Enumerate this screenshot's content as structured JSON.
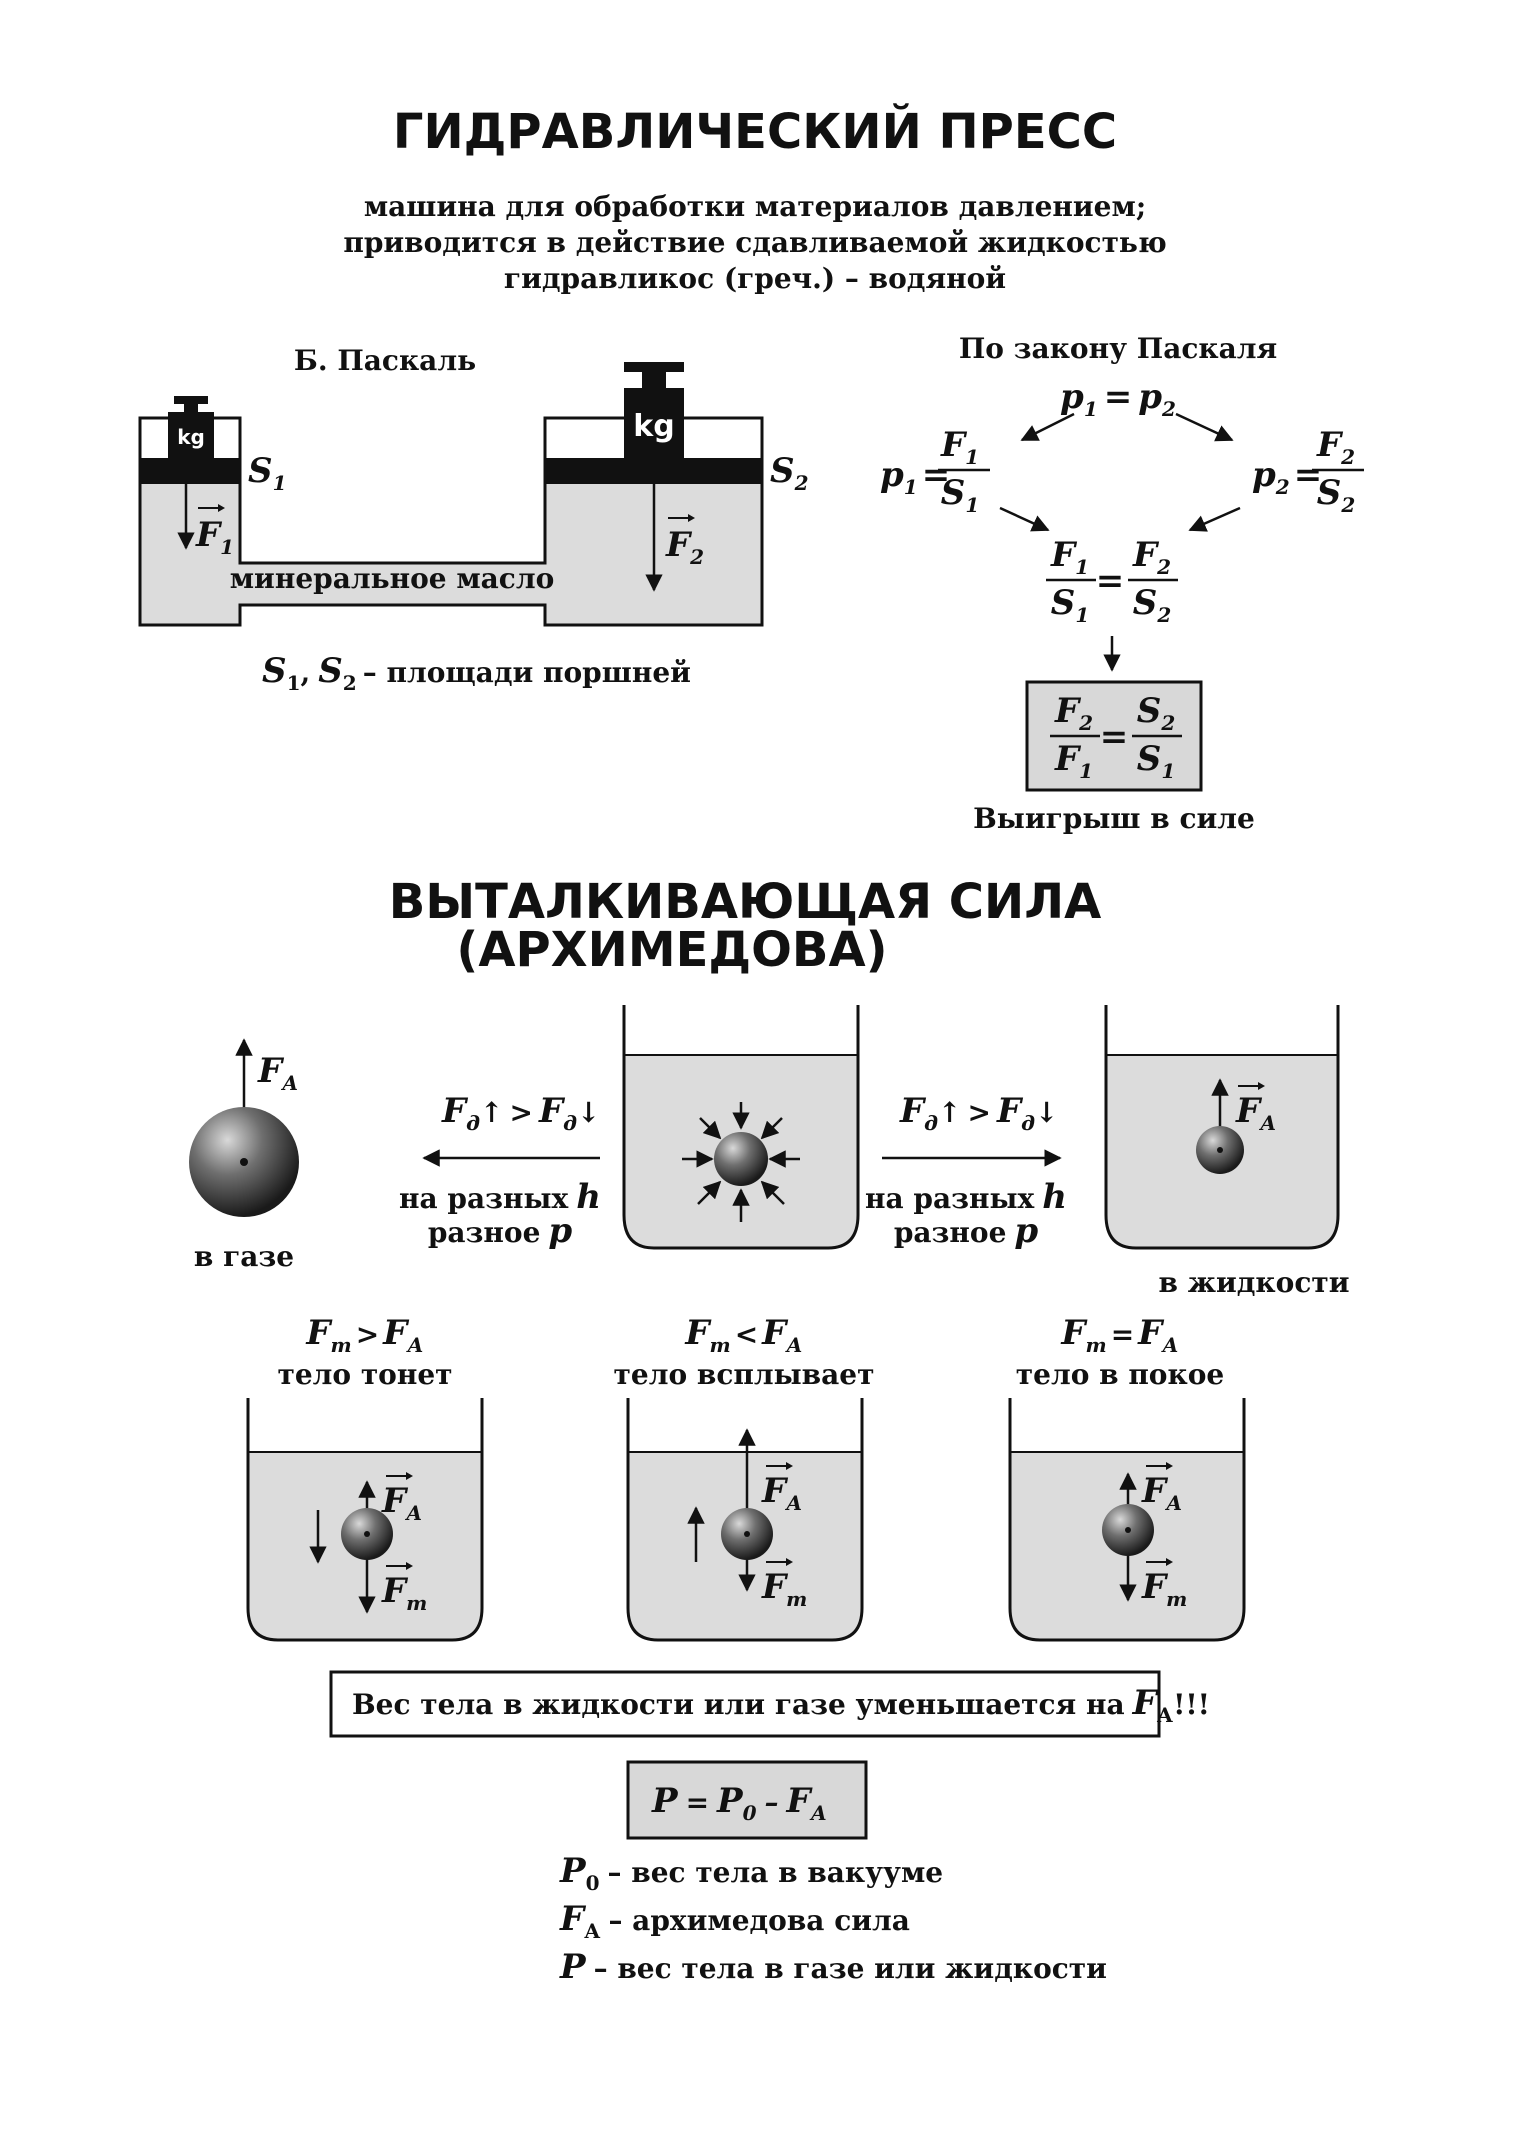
{
  "hydraulic_press": {
    "title": "ГИДРАВЛИЧЕСКИЙ ПРЕСС",
    "description": [
      "машина для обработки материалов давлением;",
      "приводится в действие сдавливаемой жидкостью",
      "гидравликос (греч.) – водяной"
    ],
    "pascal_label": "Б. Паскаль",
    "weight_label": "kg",
    "s1": "S",
    "s2": "S",
    "sub1": "1",
    "sub2": "2",
    "force": "F",
    "fluid_label": "минеральное масло",
    "areas_caption_lead": "S",
    "areas_caption_sep": ",",
    "areas_caption_tail": "– площади поршней",
    "pascal_law_title": "По закону Паскаля",
    "p": "p",
    "eq": "=",
    "gain_label": "Выигрыш в силе"
  },
  "archimedes": {
    "title_line1": "ВЫТАЛКИВАЮЩАЯ СИЛА",
    "title_line2": "(АРХИМЕДОВА)",
    "fa_force": "F",
    "fa_sub": "А",
    "in_gas": "в газе",
    "in_liquid": "в жидкости",
    "fd_sub": "д",
    "gt": ">",
    "lt": "<",
    "up_arrow": "↑",
    "down_arrow": "↓",
    "different_h_lead": "на разных",
    "h_var": "h",
    "different_p_lead": "разное",
    "p_var": "p",
    "ft_sub": "т",
    "cases": [
      {
        "relation": ">",
        "caption": "тело тонет"
      },
      {
        "relation": "<",
        "caption": "тело всплывает"
      },
      {
        "relation": "=",
        "caption": "тело в покое"
      }
    ],
    "weight_note_lead": "Вес тела в жидкости или газе уменьшается на",
    "weight_note_tail": "!!!",
    "formula_P": "P",
    "formula_P0_sub": "0",
    "formula_minus": "–",
    "legend": [
      {
        "symbol": "P",
        "sub": "0",
        "text": "– вес тела в вакууме"
      },
      {
        "symbol": "F",
        "sub": "А",
        "text": "– архимедова сила"
      },
      {
        "symbol": "P",
        "sub": "",
        "text": "– вес тела в газе или жидкости"
      }
    ]
  }
}
